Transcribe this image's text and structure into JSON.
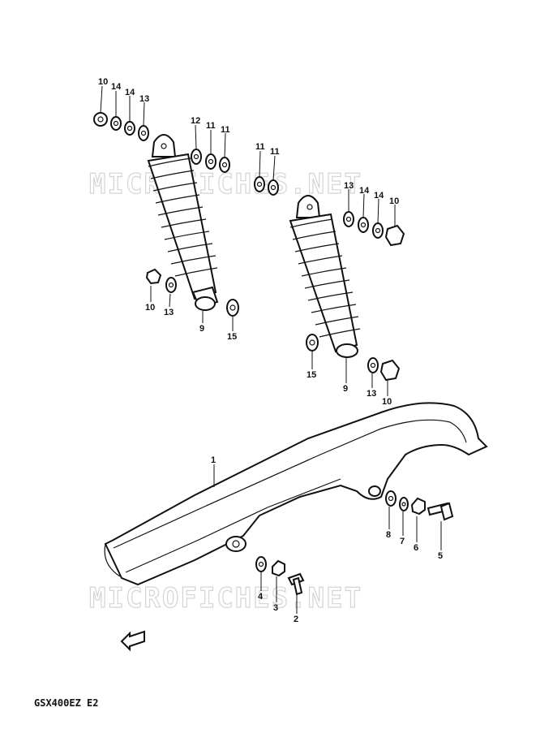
{
  "watermark": "MICROFICHES.NET",
  "model_code": "GSX400EZ E2",
  "callouts": [
    {
      "key": "l-10a",
      "num": "10"
    },
    {
      "key": "l-14a",
      "num": "14"
    },
    {
      "key": "l-14b",
      "num": "14"
    },
    {
      "key": "l-13a",
      "num": "13"
    },
    {
      "key": "l-12",
      "num": "12"
    },
    {
      "key": "l-11a",
      "num": "11"
    },
    {
      "key": "l-11b",
      "num": "11"
    },
    {
      "key": "l-11c",
      "num": "11"
    },
    {
      "key": "l-11d",
      "num": "11"
    },
    {
      "key": "l-13b",
      "num": "13"
    },
    {
      "key": "l-14c",
      "num": "14"
    },
    {
      "key": "l-14d",
      "num": "14"
    },
    {
      "key": "l-10b",
      "num": "10"
    },
    {
      "key": "l-10c",
      "num": "10"
    },
    {
      "key": "l-13c",
      "num": "13"
    },
    {
      "key": "l-9a",
      "num": "9"
    },
    {
      "key": "l-15a",
      "num": "15"
    },
    {
      "key": "l-15b",
      "num": "15"
    },
    {
      "key": "l-9b",
      "num": "9"
    },
    {
      "key": "l-13d",
      "num": "13"
    },
    {
      "key": "l-10d",
      "num": "10"
    },
    {
      "key": "l-1",
      "num": "1"
    },
    {
      "key": "l-8",
      "num": "8"
    },
    {
      "key": "l-7",
      "num": "7"
    },
    {
      "key": "l-6",
      "num": "6"
    },
    {
      "key": "l-5",
      "num": "5"
    },
    {
      "key": "l-4",
      "num": "4"
    },
    {
      "key": "l-3",
      "num": "3"
    },
    {
      "key": "l-2",
      "num": "2"
    }
  ]
}
